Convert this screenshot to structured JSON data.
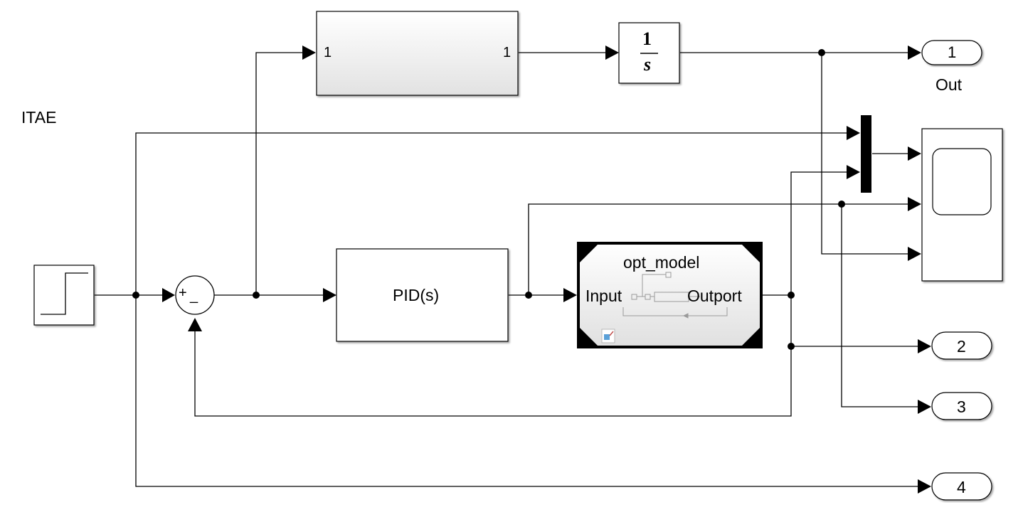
{
  "labels": {
    "itae": "ITAE",
    "subsystem_in": "1",
    "subsystem_out": "1",
    "integrator_num": "1",
    "integrator_den": "s",
    "sum_plus": "+",
    "sum_minus": "_",
    "pid": "PID(s)",
    "model_name": "opt_model",
    "model_input": "Input",
    "model_output": "Outport",
    "outports": [
      {
        "number": "1",
        "name": "Out"
      },
      {
        "number": "2",
        "name": ""
      },
      {
        "number": "3",
        "name": ""
      },
      {
        "number": "4",
        "name": ""
      }
    ]
  },
  "colors": {
    "line": "#000000",
    "block_fill": "#ffffff",
    "gradient_top": "#ffffff",
    "gradient_bottom": "#e4e4e4"
  },
  "blocks": [
    {
      "id": "step",
      "kind": "step-source"
    },
    {
      "id": "sum",
      "kind": "sum",
      "signs": "+-"
    },
    {
      "id": "subsystem",
      "kind": "subsystem"
    },
    {
      "id": "integrator",
      "kind": "integrator"
    },
    {
      "id": "pid",
      "kind": "pid-controller"
    },
    {
      "id": "model",
      "kind": "model-reference"
    },
    {
      "id": "mux",
      "kind": "mux"
    },
    {
      "id": "scope",
      "kind": "scope"
    }
  ]
}
